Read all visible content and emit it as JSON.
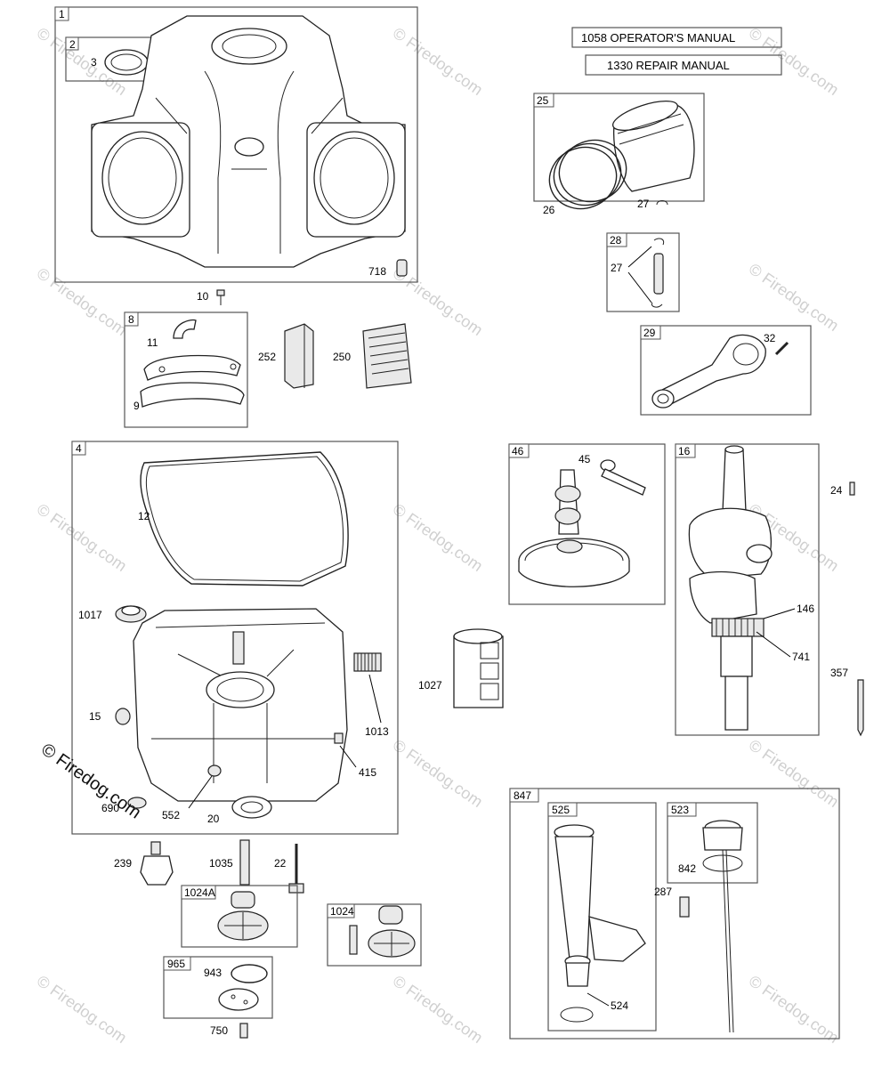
{
  "manuals": {
    "operators": "1058 OPERATOR'S MANUAL",
    "repair": "1330 REPAIR MANUAL"
  },
  "groups": {
    "g1": "1",
    "g2": "2",
    "g8": "8",
    "g4": "4",
    "g25": "25",
    "g28": "28",
    "g29": "29",
    "g46": "46",
    "g16": "16",
    "g847": "847",
    "g525": "525",
    "g523": "523",
    "g1024A": "1024A",
    "g1024": "1024",
    "g965": "965"
  },
  "labels": {
    "p3": "3",
    "p718": "718",
    "p10": "10",
    "p11": "11",
    "p9": "9",
    "p252": "252",
    "p250": "250",
    "p26": "26",
    "p27a": "27",
    "p27b": "27",
    "p32": "32",
    "p12": "12",
    "p1017": "1017",
    "p15": "15",
    "p1013": "1013",
    "p415": "415",
    "p552": "552",
    "p20": "20",
    "p1027": "1027",
    "p45": "45",
    "p24": "24",
    "p146": "146",
    "p741": "741",
    "p357": "357",
    "p239": "239",
    "p1035": "1035",
    "p22": "22",
    "p943": "943",
    "p750": "750",
    "p287": "287",
    "p842": "842",
    "p524": "524",
    "p690": "690"
  },
  "watermark": {
    "text": "© Firedog.com",
    "copyright": "© Firedog.com",
    "color": "#d0d0d0"
  }
}
